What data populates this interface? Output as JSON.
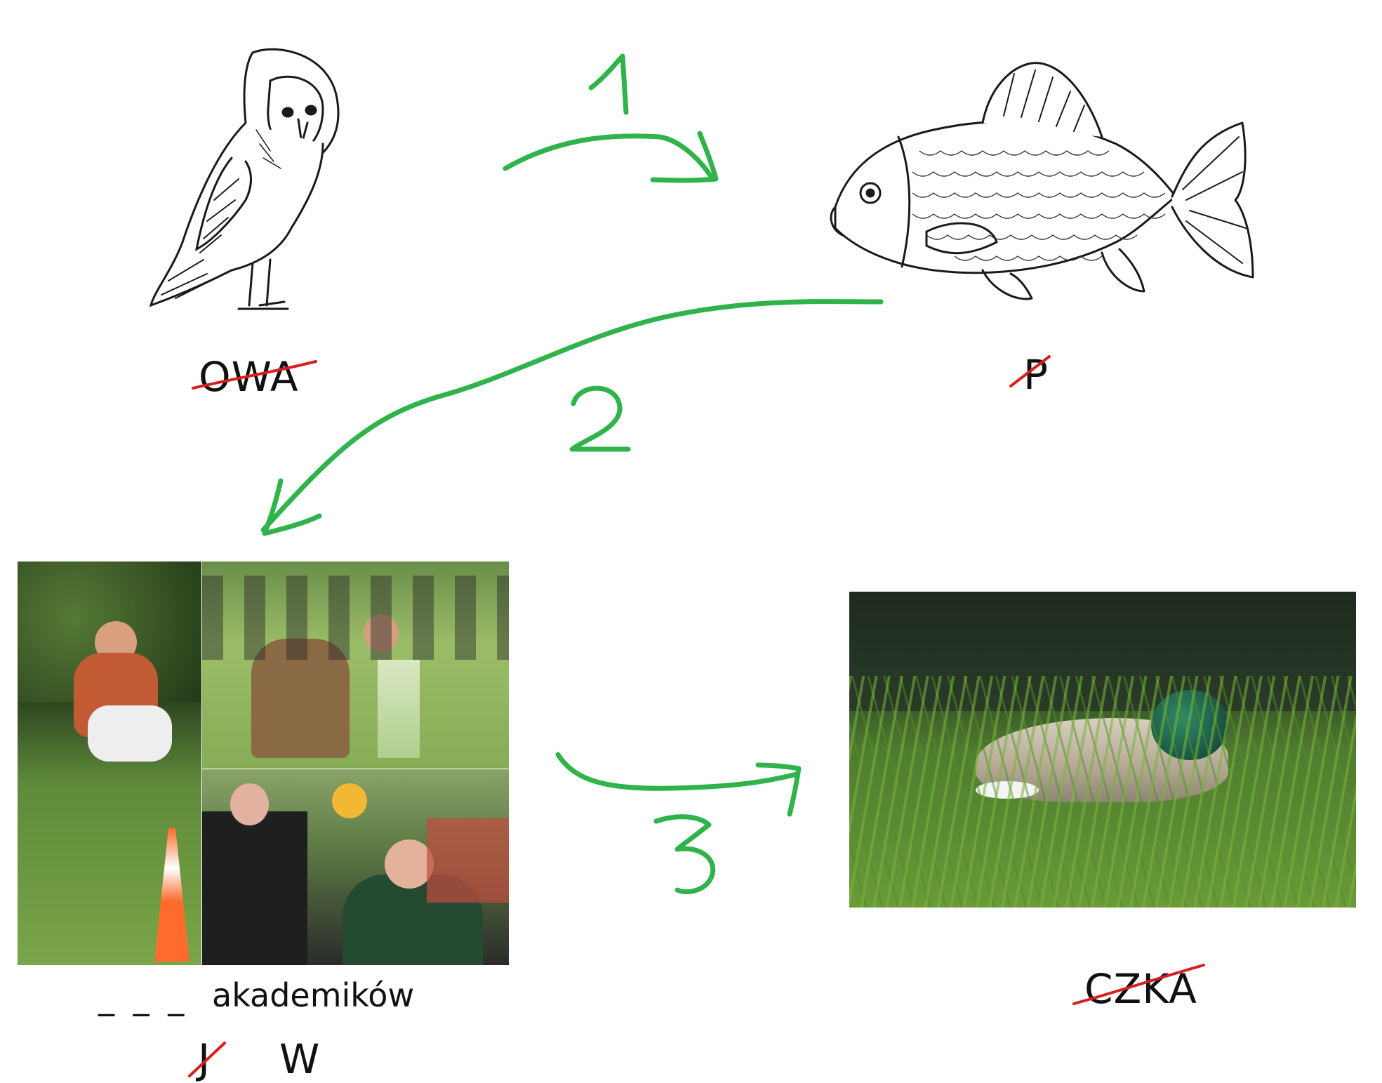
{
  "steps": [
    "1",
    "2",
    "3"
  ],
  "labels": {
    "owl": "OWA",
    "fish": "P",
    "duck": "CZKA",
    "blanks": "_ _ _",
    "dorm": "akademików",
    "letter_j": "J",
    "letter_w": "W"
  },
  "colors": {
    "arrows": "#2fb34a",
    "strike": "#d81e1e"
  },
  "icons": [
    "owl-illustration",
    "fish-illustration",
    "party-photo-collage",
    "duck-photo"
  ]
}
